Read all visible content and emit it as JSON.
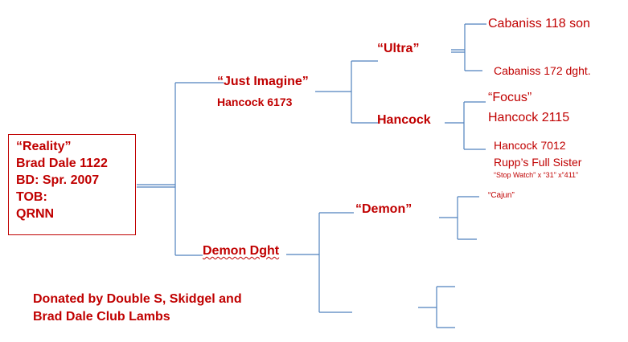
{
  "subject": {
    "line1": "“Reality”",
    "line2": "Brad Dale 1122",
    "line3": "BD:  Spr. 2007",
    "line4": "TOB:",
    "line5": "QRNN"
  },
  "sire": {
    "name": "“Just Imagine”",
    "id": "Hancock 6173"
  },
  "dam": {
    "name": "Demon Dght"
  },
  "paternal_grandsire": {
    "name": "“Ultra”"
  },
  "paternal_granddam": {
    "name": "Hancock"
  },
  "maternal_grandsire": {
    "name": "“Demon”"
  },
  "ggp": {
    "ultra_sire": "Cabaniss 118 son",
    "ultra_dam": "Cabaniss 172 dght.",
    "hancock_sire_name": "“Focus”",
    "hancock_sire_id": "Hancock 2115",
    "hancock_dam_id": "Hancock 7012",
    "hancock_dam_note": "Rupp’s Full Sister",
    "hancock_dam_lineage": "“Stop Watch” x “31” x”411”",
    "demon_sire": "“Cajun”"
  },
  "donation": {
    "line1": "Donated by Double S, Skidgel and",
    "line2": "Brad Dale Club Lambs"
  },
  "colors": {
    "text": "#c00000",
    "lines": "#2e75b6",
    "border": "#c00000"
  }
}
